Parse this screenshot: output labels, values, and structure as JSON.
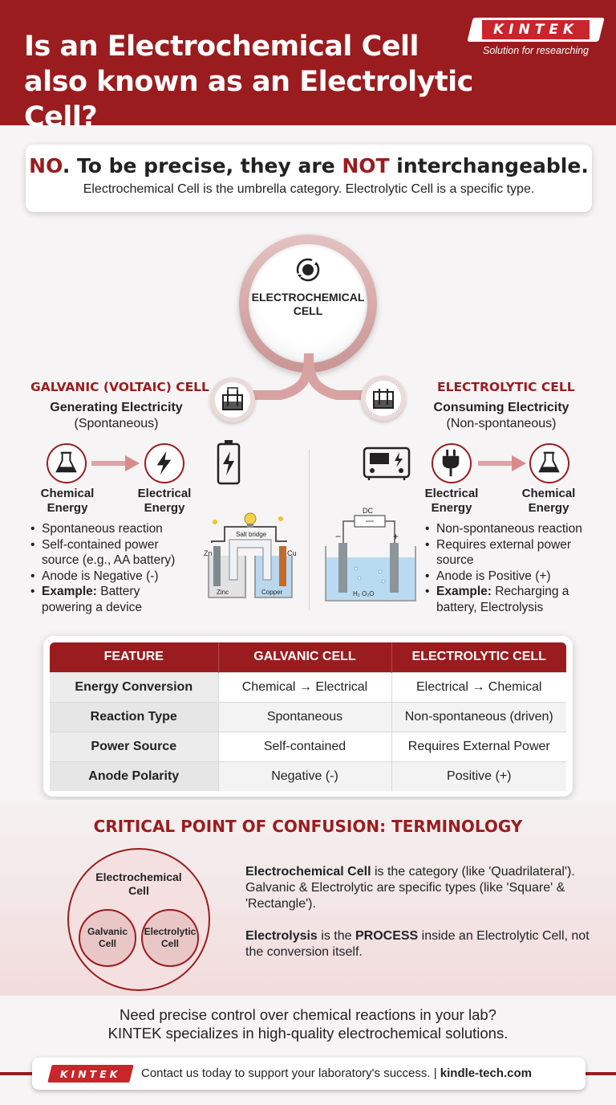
{
  "header": {
    "title": "Is an Electrochemical Cell also known as an Electrolytic Cell?",
    "logo": "KINTEK",
    "tagline": "Solution for researching"
  },
  "answer": {
    "no": "NO",
    "head_part1": ". To be precise, they are ",
    "not": "NOT",
    "head_part2": " interchangeable.",
    "sub": "Electrochemical Cell is the umbrella category. Electrolytic Cell is a specific type."
  },
  "center": {
    "label_line1": "ELECTROCHEMICAL",
    "label_line2": "CELL",
    "icon": "cycle-icon"
  },
  "galvanic": {
    "title": "GALVANIC (VOLTAIC) CELL",
    "subtitle": "Generating Electricity",
    "subtitle2": "(Spontaneous)",
    "from_label_1": "Chemical",
    "from_label_2": "Energy",
    "to_label_1": "Electrical",
    "to_label_2": "Energy",
    "bullets": [
      "Spontaneous reaction",
      "Self-contained power source (e.g., AA battery)",
      "Anode is Negative (-)"
    ],
    "example_label": "Example:",
    "example_text": " Battery powering a device",
    "diagram": {
      "bridge": "Salt bridge",
      "left_electrode": "Zn",
      "right_electrode": "Cu",
      "left_solution": "Zinc",
      "right_solution": "Copper"
    }
  },
  "electrolytic": {
    "title": "ELECTROLYTIC CELL",
    "subtitle": "Consuming Electricity",
    "subtitle2": "(Non-spontaneous)",
    "from_label_1": "Electrical",
    "from_label_2": "Energy",
    "to_label_1": "Chemical",
    "to_label_2": "Energy",
    "bullets": [
      "Non-spontaneous reaction",
      "Requires external power source",
      "Anode is Positive (+)"
    ],
    "example_label": "Example:",
    "example_text": " Recharging a battery, Electrolysis",
    "diagram": {
      "source": "DC",
      "minus": "−",
      "plus": "+",
      "species": "H₂  O₂O"
    }
  },
  "table": {
    "headers": [
      "FEATURE",
      "GALVANIC CELL",
      "ELECTROLYTIC CELL"
    ],
    "rows": [
      [
        "Energy Conversion",
        "Chemical → Electrical",
        "Electrical → Chemical"
      ],
      [
        "Reaction Type",
        "Spontaneous",
        "Non-spontaneous (driven)"
      ],
      [
        "Power Source",
        "Self-contained",
        "Requires External Power"
      ],
      [
        "Anode Polarity",
        "Negative (-)",
        "Positive (+)"
      ]
    ]
  },
  "confusion": {
    "title": "CRITICAL POINT OF CONFUSION: TERMINOLOGY",
    "venn_outer_1": "Electrochemical",
    "venn_outer_2": "Cell",
    "venn_left_1": "Galvanic",
    "venn_left_2": "Cell",
    "venn_right_1": "Electrolytic",
    "venn_right_2": "Cell",
    "p1_bold": "Electrochemical Cell",
    "p1_text": " is the category (like 'Quadrilateral'). Galvanic & Electrolytic are specific types (like 'Square' & 'Rectangle').",
    "p2_bold1": "Electrolysis",
    "p2_mid": " is the ",
    "p2_bold2": "PROCESS",
    "p2_text": " inside an Electrolytic Cell, not the conversion itself."
  },
  "cta": {
    "line1": "Need precise control over chemical reactions in your lab?",
    "line2": "KINTEK specializes in high-quality electrochemical solutions."
  },
  "footer": {
    "logo": "KINTEK",
    "text": "Contact us today to support your laboratory's success.",
    "separator": " | ",
    "url": "kindle-tech.com"
  },
  "colors": {
    "brand_red": "#9a1c1f",
    "logo_red": "#c8262b",
    "arrow_pink": "#d9a2a2"
  }
}
